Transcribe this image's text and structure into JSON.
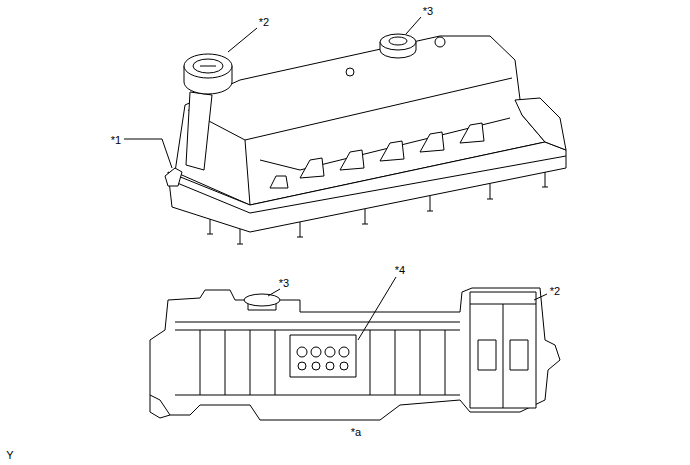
{
  "diagram": {
    "labels": [
      "*3",
      "*2",
      "*1",
      "*4",
      "*3",
      "*2",
      "*a",
      "Y"
    ]
  }
}
